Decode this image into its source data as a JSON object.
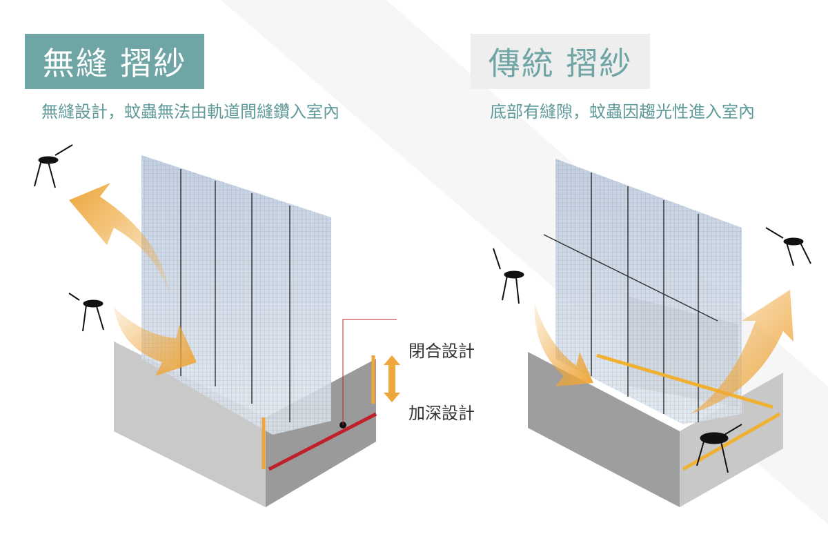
{
  "left": {
    "title": "無縫 摺紗",
    "subtitle": "無縫設計，蚊蟲無法由軌道間縫鑽入室內",
    "labels": {
      "closed": "閉合設計",
      "deepened": "加深設計"
    }
  },
  "right": {
    "title": "傳統 摺紗",
    "subtitle": "底部有縫隙，蚊蟲因趨光性進入室內"
  },
  "colors": {
    "teal": "#6fa5a5",
    "arrow": "#eea63a",
    "accent_red": "#c0202a",
    "rail": "#f0b030"
  }
}
